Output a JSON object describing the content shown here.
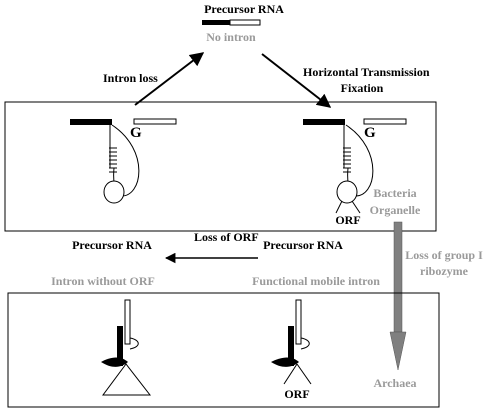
{
  "top": {
    "title": "Precursor RNA",
    "subtitle": "No intron"
  },
  "arrows": {
    "intron_loss": "Intron loss",
    "horizontal_line1": "Horizontal Transmission",
    "horizontal_line2": "Fixation",
    "loss_of_orf": "Loss of ORF",
    "loss_of_group_line1": "Loss of group I",
    "loss_of_group_line2": "ribozyme"
  },
  "top_box": {
    "left_g": "G",
    "right_g": "G",
    "orf": "ORF",
    "host_line1": "Bacteria",
    "host_line2": "Organelle"
  },
  "middle": {
    "left_title": "Precursor RNA",
    "left_subtitle": "Intron without  ORF",
    "right_title": "Precursor RNA",
    "right_subtitle": "Functional  mobile  intron"
  },
  "bottom_box": {
    "orf": "ORF",
    "archaea": "Archaea"
  },
  "colors": {
    "ink": "#000000",
    "gray_text": "#9a9a9a",
    "gray_arrow": "#808080"
  }
}
